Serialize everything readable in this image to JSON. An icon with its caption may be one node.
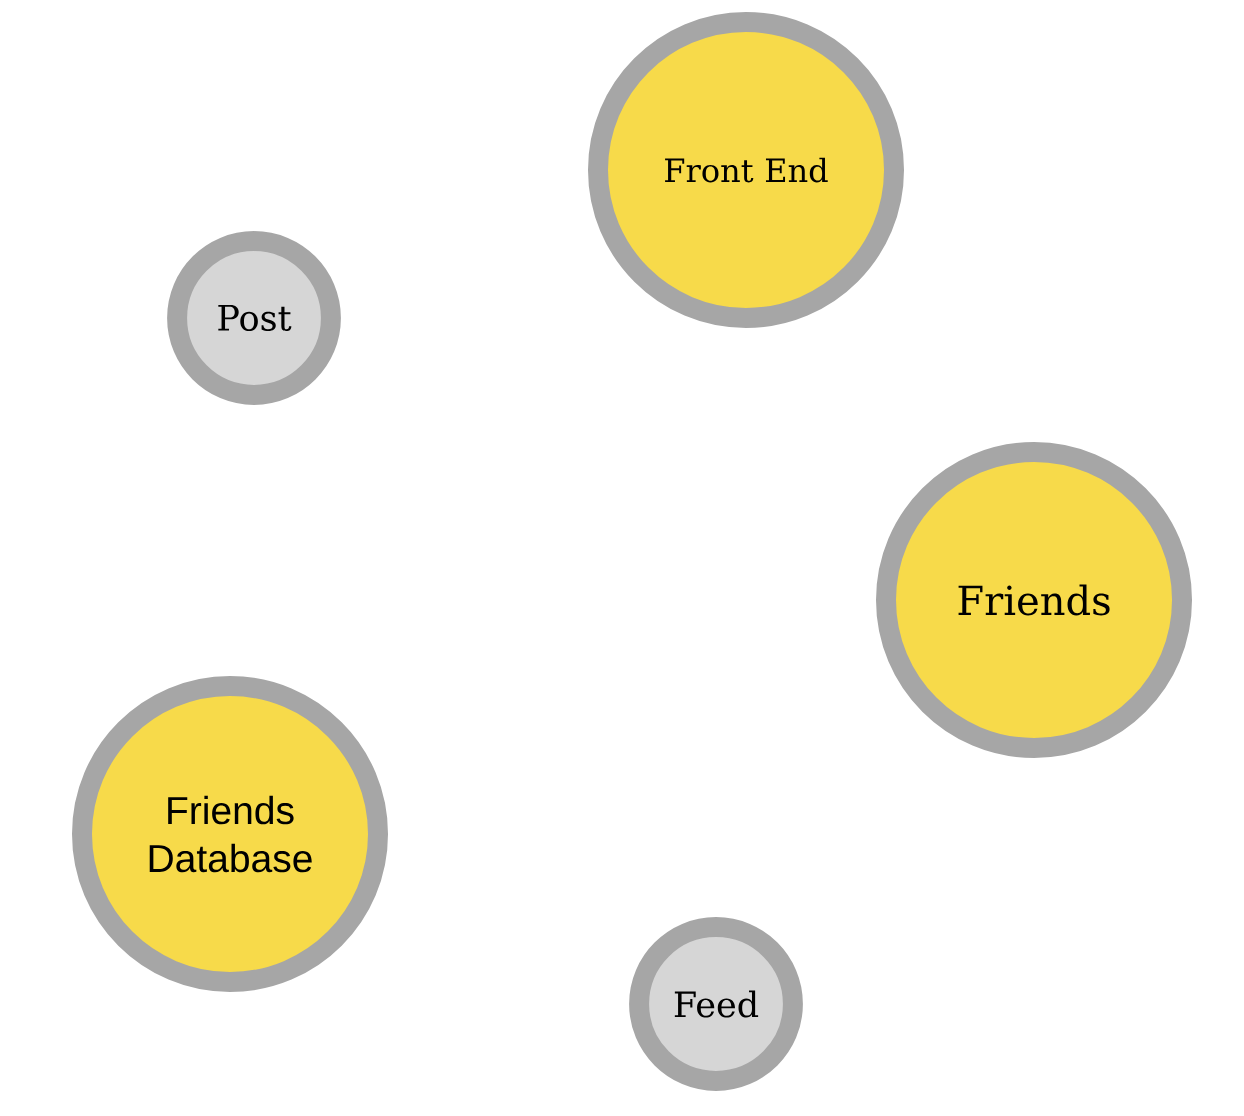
{
  "diagram": {
    "nodes": [
      {
        "text": [
          "Front End"
        ]
      },
      {
        "text": [
          "Post"
        ]
      },
      {
        "text": [
          "Friends"
        ]
      },
      {
        "text": [
          "Friends Database"
        ]
      },
      {
        "text": [
          "Feed"
        ]
      }
    ]
  }
}
